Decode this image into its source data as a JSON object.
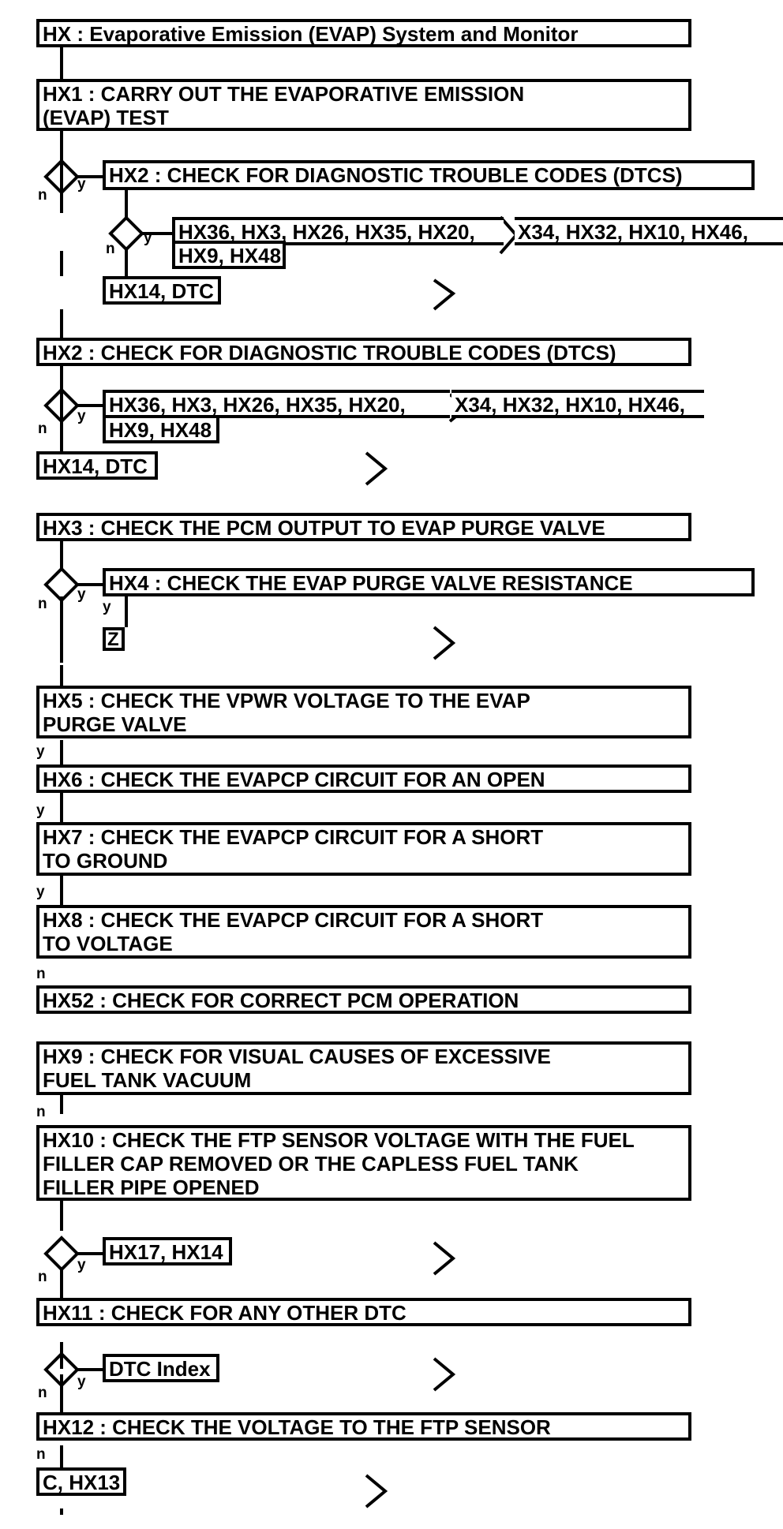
{
  "nodes": {
    "hx": "HX : Evaporative Emission (EVAP) System and Monitor",
    "hx1": "HX1 : CARRY OUT THE EVAPORATIVE EMISSION (EVAP) TEST",
    "hx2a": "HX2 : CHECK FOR DIAGNOSTIC TROUBLE CODES (DTCS)",
    "refa1": "HX36, HX3, HX26, HX35, HX20,",
    "refa2": "X34, HX32, HX10, HX46,",
    "refa3": "HX9, HX48",
    "refa4": "HX14, DTC",
    "hx2": "HX2 : CHECK FOR DIAGNOSTIC TROUBLE CODES (DTCS)",
    "refb1": "HX36, HX3, HX26, HX35, HX20,",
    "refb2": "X34, HX32, HX10, HX46,",
    "refb3": "HX9, HX48",
    "refb4": "HX14, DTC",
    "hx3": "HX3 : CHECK THE PCM OUTPUT TO EVAP PURGE VALVE",
    "hx4": "HX4 : CHECK THE EVAP PURGE VALVE RESISTANCE",
    "z": "Z",
    "hx5": "HX5 : CHECK THE VPWR VOLTAGE TO THE EVAP PURGE VALVE",
    "hx6": "HX6 : CHECK THE EVAPCP CIRCUIT FOR AN OPEN",
    "hx7": "HX7 : CHECK THE EVAPCP CIRCUIT FOR A SHORT TO GROUND",
    "hx8": "HX8 : CHECK THE EVAPCP CIRCUIT FOR A SHORT TO VOLTAGE",
    "hx52": "HX52 : CHECK FOR CORRECT PCM OPERATION",
    "hx9": "HX9 : CHECK FOR VISUAL CAUSES OF EXCESSIVE FUEL TANK VACUUM",
    "hx10": "HX10 : CHECK THE FTP SENSOR VOLTAGE WITH THE FUEL FILLER CAP REMOVED OR THE CAPLESS FUEL TANK FILLER PIPE OPENED",
    "ref10": "HX17, HX14",
    "hx11": "HX11 : CHECK FOR ANY OTHER DTC",
    "ref11": "DTC Index",
    "hx12": "HX12 : CHECK THE VOLTAGE TO THE FTP SENSOR",
    "ref12": "C, HX13"
  },
  "labels": {
    "yes": "y",
    "no": "n"
  }
}
